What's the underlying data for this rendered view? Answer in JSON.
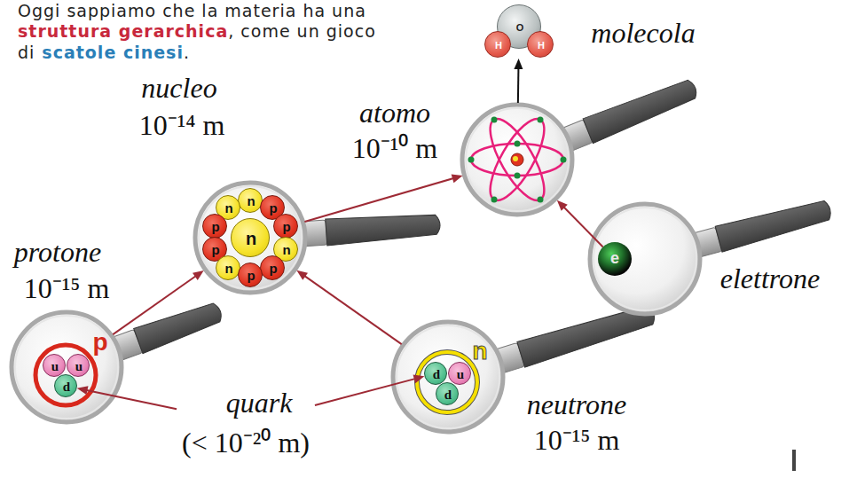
{
  "diagram": {
    "nodes": [
      {
        "text": [
          "molecola"
        ]
      },
      {
        "text": [
          "H"
        ],
        "in": 0
      },
      {
        "text": [
          "O"
        ],
        "in": 0
      },
      {
        "text": [
          "H"
        ],
        "in": 0
      },
      {
        "text": [
          "atomo",
          "10⁻¹⁰ m"
        ]
      },
      {
        "text": [
          "nucleo",
          "10⁻¹⁴ m"
        ]
      },
      {
        "text": [
          "n"
        ],
        "in": 5
      },
      {
        "text": [
          "n"
        ],
        "in": 5
      },
      {
        "text": [
          "p"
        ],
        "in": 5
      },
      {
        "text": [
          "p"
        ],
        "in": 5
      },
      {
        "text": [
          "p"
        ],
        "in": 5
      },
      {
        "text": [
          "n"
        ],
        "in": 5
      },
      {
        "text": [
          "p"
        ],
        "in": 5
      },
      {
        "text": [
          "n"
        ],
        "in": 5
      },
      {
        "text": [
          "n"
        ],
        "in": 5
      },
      {
        "text": [
          "p"
        ],
        "in": 5
      },
      {
        "text": [
          "p"
        ],
        "in": 5
      },
      {
        "text": [
          "protone",
          "10⁻¹⁵ m",
          "p"
        ]
      },
      {
        "text": [
          "u"
        ],
        "in": 17
      },
      {
        "text": [
          "u"
        ],
        "in": 17
      },
      {
        "text": [
          "d"
        ],
        "in": 17
      },
      {
        "text": [
          "elettrone"
        ]
      },
      {
        "text": [
          "e"
        ],
        "in": 21
      },
      {
        "text": [
          "neutrone",
          "10⁻¹⁵ m",
          "n"
        ]
      },
      {
        "text": [
          "d"
        ],
        "in": 23
      },
      {
        "text": [
          "u"
        ],
        "in": 23
      },
      {
        "text": [
          "d"
        ],
        "in": 23
      },
      {
        "text": [
          "quark",
          "(< 10⁻²⁰ m)"
        ]
      }
    ],
    "edges": [
      {
        "from": 4,
        "to": 0,
        "arrow": "to"
      },
      {
        "from": 5,
        "to": 4,
        "arrow": "to"
      },
      {
        "from": 22,
        "to": 4,
        "arrow": "to"
      },
      {
        "from": 17,
        "to": 5,
        "arrow": "to"
      },
      {
        "from": 23,
        "to": 5,
        "arrow": "to"
      },
      {
        "from": 27,
        "to": 20,
        "arrow": "to"
      },
      {
        "from": 27,
        "to": 24,
        "arrow": "to"
      }
    ],
    "labels": [
      "Oggi sappiamo che la materia ha una",
      "struttura gerarchica",
      ", come un gioco",
      "di",
      "scatole cinesi",
      "."
    ]
  }
}
